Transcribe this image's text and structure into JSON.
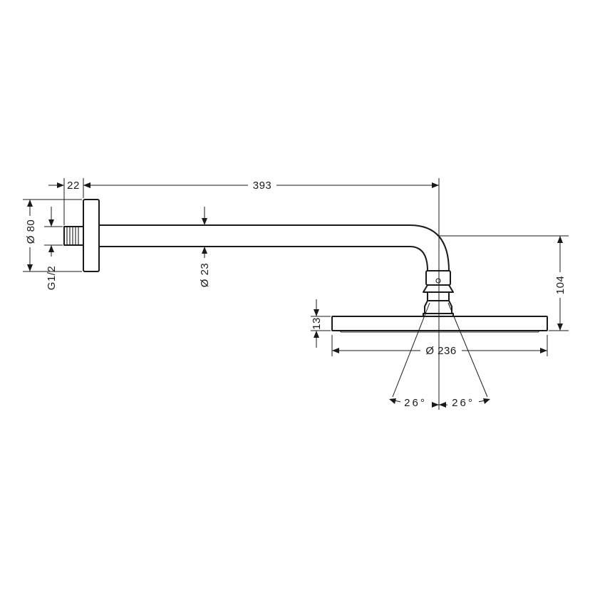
{
  "dimensions": {
    "flange_depth": "22",
    "arm_length": "393",
    "flange_diameter": "Ø 80",
    "thread": "G1/2",
    "arm_diameter": "Ø 23",
    "drop_height": "104",
    "head_thickness": "13",
    "head_diameter": "Ø 236",
    "angle_left": "26°",
    "angle_right": "26°"
  }
}
